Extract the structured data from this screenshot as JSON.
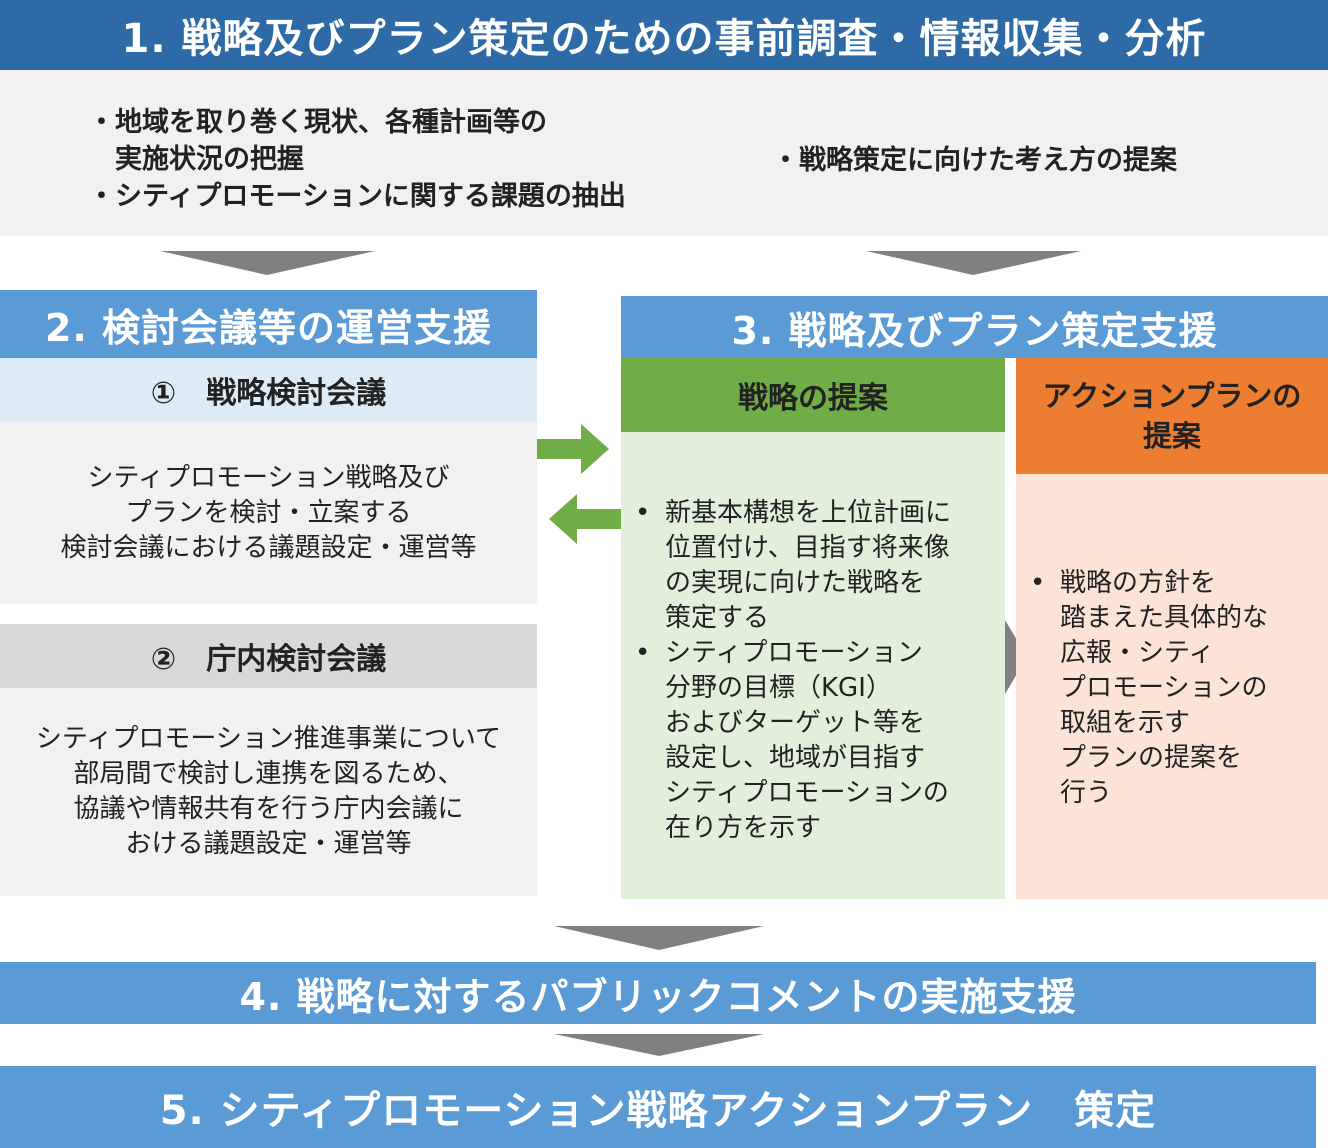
{
  "step1": {
    "title": "1. 戦略及びプラン策定のための事前調査・情報収集・分析",
    "left_lines": [
      "・地域を取り巻く現状、各種計画等の",
      "　実施状況の把握",
      "・シティプロモーションに関する課題の抽出"
    ],
    "right_line": "・戦略策定に向けた考え方の提案"
  },
  "step2": {
    "title": "2. 検討会議等の運営支援",
    "meeting1": {
      "title": "①　戦略検討会議",
      "lines": [
        "シティプロモーション戦略及び",
        "プランを検討・立案する",
        "検討会議における議題設定・運営等"
      ]
    },
    "meeting2": {
      "title": "②　庁内検討会議",
      "lines": [
        "シティプロモーション推進事業について",
        "部局間で検討し連携を図るため、",
        "協議や情報共有を行う庁内会議に",
        "おける議題設定・運営等"
      ]
    }
  },
  "step3": {
    "title": "3. 戦略及びプラン策定支援",
    "strategy": {
      "header": "戦略の提案",
      "bullets": [
        [
          "新基本構想を上位計画に",
          "位置付け、目指す将来像",
          "の実現に向けた戦略を",
          "策定する"
        ],
        [
          "シティプロモーション",
          "分野の目標（KGI）",
          "およびターゲット等を",
          "設定し、地域が目指す",
          "シティプロモーションの",
          "在り方を示す"
        ]
      ]
    },
    "action": {
      "header_lines": [
        "アクションプランの",
        "提案"
      ],
      "bullets": [
        [
          "戦略の方針を",
          "踏まえた具体的な",
          "広報・シティ",
          "プロモーションの",
          "取組を示す",
          "プランの提案を",
          "行う"
        ]
      ]
    }
  },
  "step4": {
    "title": "4. 戦略に対するパブリックコメントの実施支援"
  },
  "step5": {
    "title": "5. シティプロモーション戦略アクションプラン　策定"
  },
  "colors": {
    "dark_blue": "#2e6aa6",
    "mid_blue": "#5b9bd5",
    "light_blue": "#ddebf7",
    "light_gray": "#f1f1f1",
    "gray_header": "#d9d9d9",
    "green": "#70ad47",
    "light_green": "#e2efda",
    "orange": "#ed7d31",
    "light_orange": "#fbe4d5",
    "arrow_gray": "#808080"
  }
}
